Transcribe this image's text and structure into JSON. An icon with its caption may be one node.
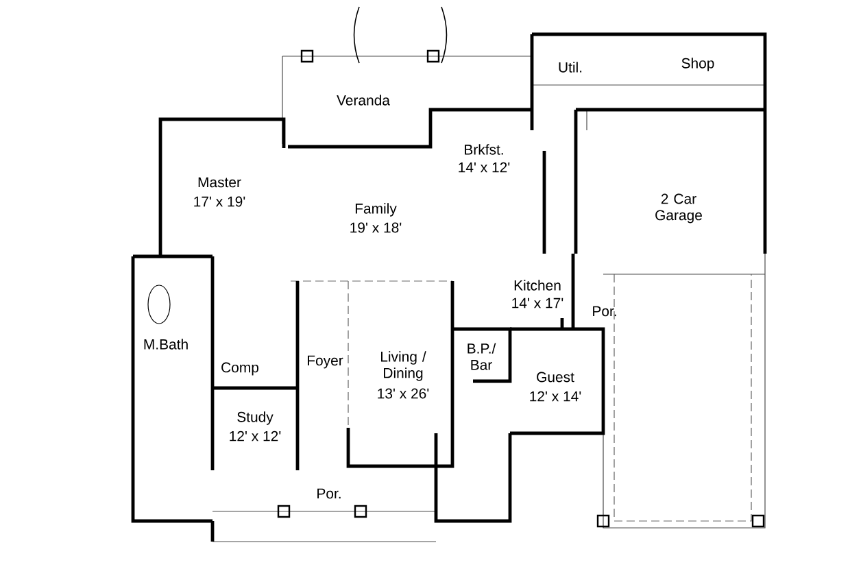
{
  "diagram": {
    "labels": [
      "Util.",
      "Shop",
      "Veranda",
      "Brkfst.",
      "14' x 12'",
      "Master",
      "17' x 19'",
      "Family",
      "19' x 18'",
      "2 Car Garage",
      "Kitchen",
      "14' x 17'",
      "Por.",
      "M.Bath",
      "B.P./ Bar",
      "Comp",
      "Foyer",
      "Living / Dining",
      "13' x 26'",
      "Guest",
      "12' x 14'",
      "Study",
      "12' x 12'",
      "Por."
    ]
  }
}
